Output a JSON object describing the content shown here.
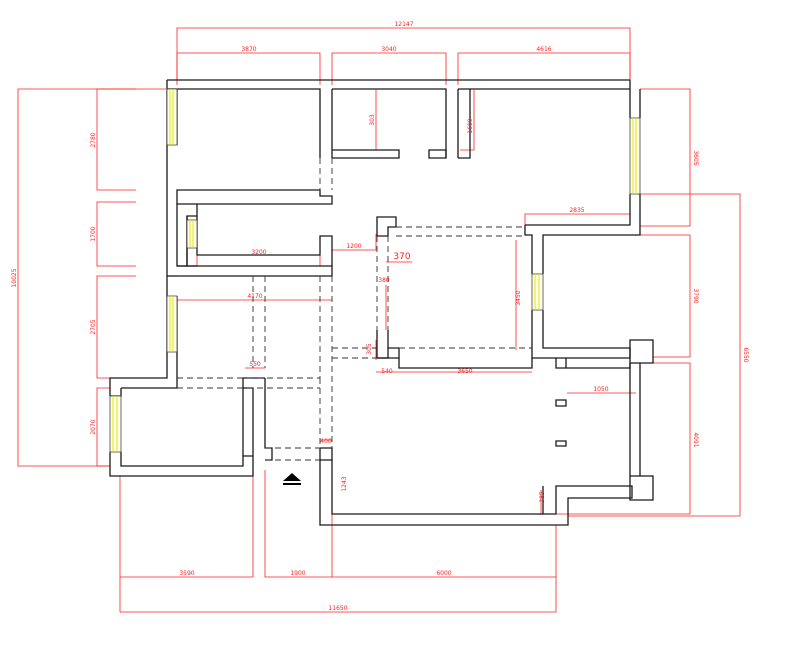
{
  "colors": {
    "wall": "#1a1a1a",
    "dimension": "#ff2020",
    "window": "#e6e600",
    "background": "#ffffff"
  },
  "dimensions": {
    "top_total": "12147",
    "top_left": "3870",
    "top_mid": "3040",
    "top_right": "4616",
    "left_total": "10025",
    "left_1": "2780",
    "left_2": "1700",
    "left_3": "2705",
    "left_4": "2070",
    "right_total": "6550",
    "right_1": "3605",
    "right_2": "3790",
    "right_3": "4091",
    "bottom_total": "11650",
    "bottom_1": "3590",
    "bottom_2": "1900",
    "bottom_3": "6000",
    "inner_303": "303",
    "inner_1600": "1600",
    "inner_2835": "2835",
    "inner_3200": "3200",
    "inner_1200": "1200",
    "inner_370": "370",
    "inner_380": "380",
    "inner_4170": "4170",
    "inner_3450": "3450",
    "inner_550": "550",
    "inner_305": "305",
    "inner_540": "540",
    "inner_3650": "3650",
    "inner_1050": "1050",
    "inner_400": "400",
    "inner_1243": "1243",
    "inner_385": "385"
  },
  "icons": {
    "entrance": "entrance-arrow-icon"
  }
}
